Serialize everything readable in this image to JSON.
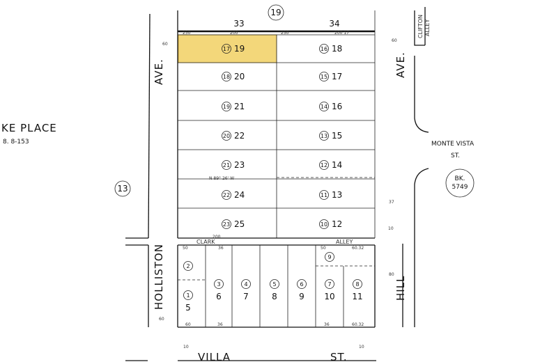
{
  "map": {
    "block_number": "19",
    "top_numbers": [
      "33",
      "34"
    ],
    "left_parcel_number": "13",
    "book_ref": {
      "line1": "BK.",
      "line2": "5749"
    },
    "streets": {
      "left_ave": "AVE.",
      "right_ave": "AVE.",
      "holliston": "HOLLISTON",
      "hill": "HILL",
      "villa": "VILLA",
      "villa_st": "ST.",
      "monte_vista_1": "MONTE VISTA",
      "monte_vista_2": "ST.",
      "clark": "CLARK",
      "alley": "ALLEY",
      "clifton_1": "CLIFTON",
      "clifton_2": "ALLEY",
      "lake_place_1": "KE PLACE",
      "lake_place_2": "8. 8-153"
    },
    "upper_left_lots": [
      {
        "circle": "17",
        "lot": "19",
        "highlight": true
      },
      {
        "circle": "18",
        "lot": "20"
      },
      {
        "circle": "19",
        "lot": "21"
      },
      {
        "circle": "20",
        "lot": "22"
      },
      {
        "circle": "21",
        "lot": "23"
      },
      {
        "circle": "22",
        "lot": "24"
      },
      {
        "circle": "23",
        "lot": "25"
      }
    ],
    "upper_right_lots": [
      {
        "circle": "16",
        "lot": "18"
      },
      {
        "circle": "15",
        "lot": "17"
      },
      {
        "circle": "14",
        "lot": "16"
      },
      {
        "circle": "13",
        "lot": "15"
      },
      {
        "circle": "12",
        "lot": "14"
      },
      {
        "circle": "11",
        "lot": "13"
      },
      {
        "circle": "10",
        "lot": "12"
      }
    ],
    "lower_lots": [
      {
        "circle": "2",
        "lot": ""
      },
      {
        "circle": "1",
        "lot": "5"
      },
      {
        "circle": "3",
        "lot": "6"
      },
      {
        "circle": "4",
        "lot": "7"
      },
      {
        "circle": "5",
        "lot": "8"
      },
      {
        "circle": "6",
        "lot": "9"
      },
      {
        "circle": "9",
        "lot": ""
      },
      {
        "circle": "7",
        "lot": "10"
      },
      {
        "circle": "8",
        "lot": "11"
      }
    ],
    "highlight_color": "#f3d77a"
  }
}
